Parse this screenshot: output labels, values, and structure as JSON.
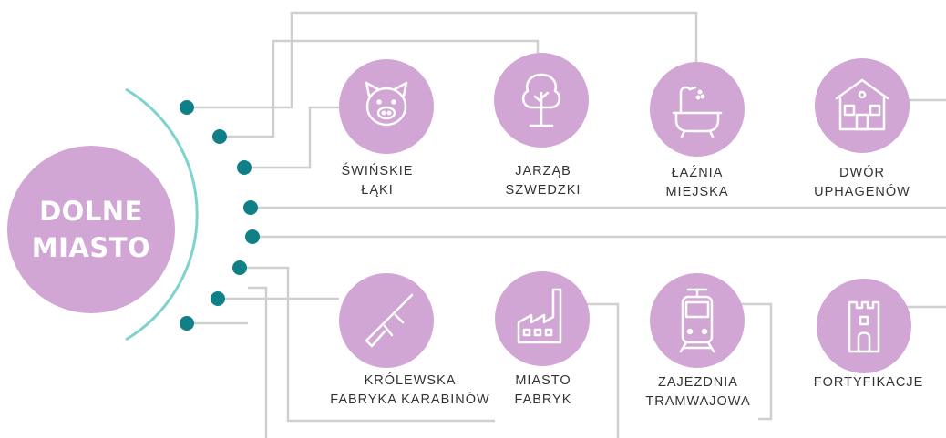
{
  "hub": {
    "line1": "DOLNE",
    "line2": "MIASTO"
  },
  "places": [
    {
      "id": "swinskie-laki",
      "icon": "pig-icon",
      "line1": "ŚWIŃSKIE",
      "line2": "ŁĄKI"
    },
    {
      "id": "jarzab-szwedzki",
      "icon": "tree-icon",
      "line1": "JARZĄB",
      "line2": "SZWEDZKI"
    },
    {
      "id": "laznia-miejska",
      "icon": "bathtub-icon",
      "line1": "ŁAŹNIA",
      "line2": "MIEJSKA"
    },
    {
      "id": "dwor-uphagenow",
      "icon": "manor-house-icon",
      "line1": "DWÓR",
      "line2": "UPHAGENÓW"
    },
    {
      "id": "krolewska-fabryka-karabinow",
      "icon": "rifle-icon",
      "line1": "KRÓLEWSKA",
      "line2": "FABRYKA KARABINÓW"
    },
    {
      "id": "miasto-fabryk",
      "icon": "factory-icon",
      "line1": "MIASTO",
      "line2": "FABRYK"
    },
    {
      "id": "zajezdnia-tramwajowa",
      "icon": "tram-icon",
      "line1": "ZAJEZDNIA",
      "line2": "TRAMWAJOWA"
    },
    {
      "id": "fortyfikacje",
      "icon": "tower-icon",
      "line1": "FORTYFIKACJE",
      "line2": ""
    }
  ],
  "colors": {
    "hub": "#d1a6d4",
    "node": "#d1a6d4",
    "arc": "#7fd3cf",
    "dot": "#0f7f88",
    "connector": "#cfcfcf",
    "label": "#333333"
  }
}
